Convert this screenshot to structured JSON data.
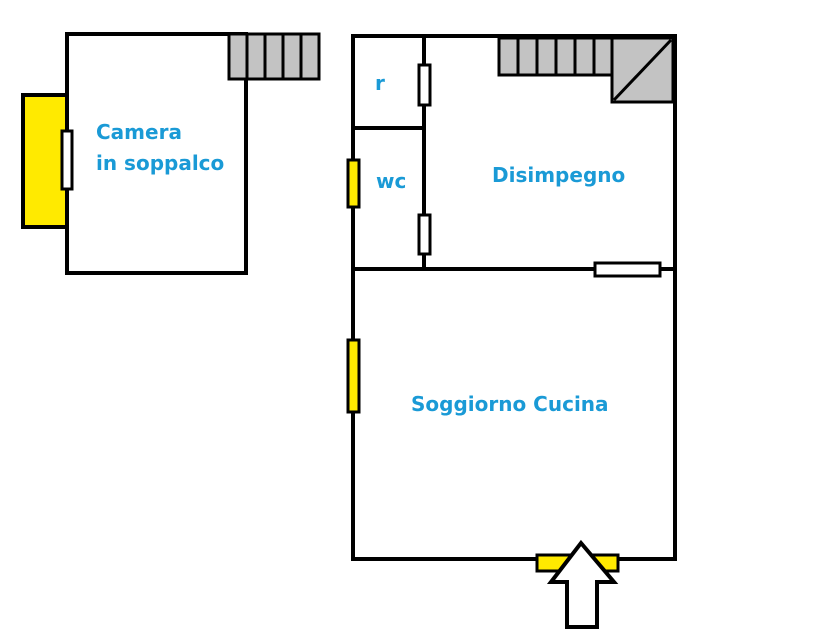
{
  "rooms": {
    "camera": {
      "line1": "Camera",
      "line2": "in soppalco"
    },
    "r": "r",
    "wc": "wc",
    "disimpegno": "Disimpegno",
    "soggiorno": "Soggiorno Cucina"
  },
  "colors": {
    "wall": "#000000",
    "window": "#ffea00",
    "stairs": "#c3c3c3",
    "door": "#ffffff",
    "label": "#1a9ad6"
  },
  "icons": {
    "entrance": "entrance-arrow-icon"
  }
}
